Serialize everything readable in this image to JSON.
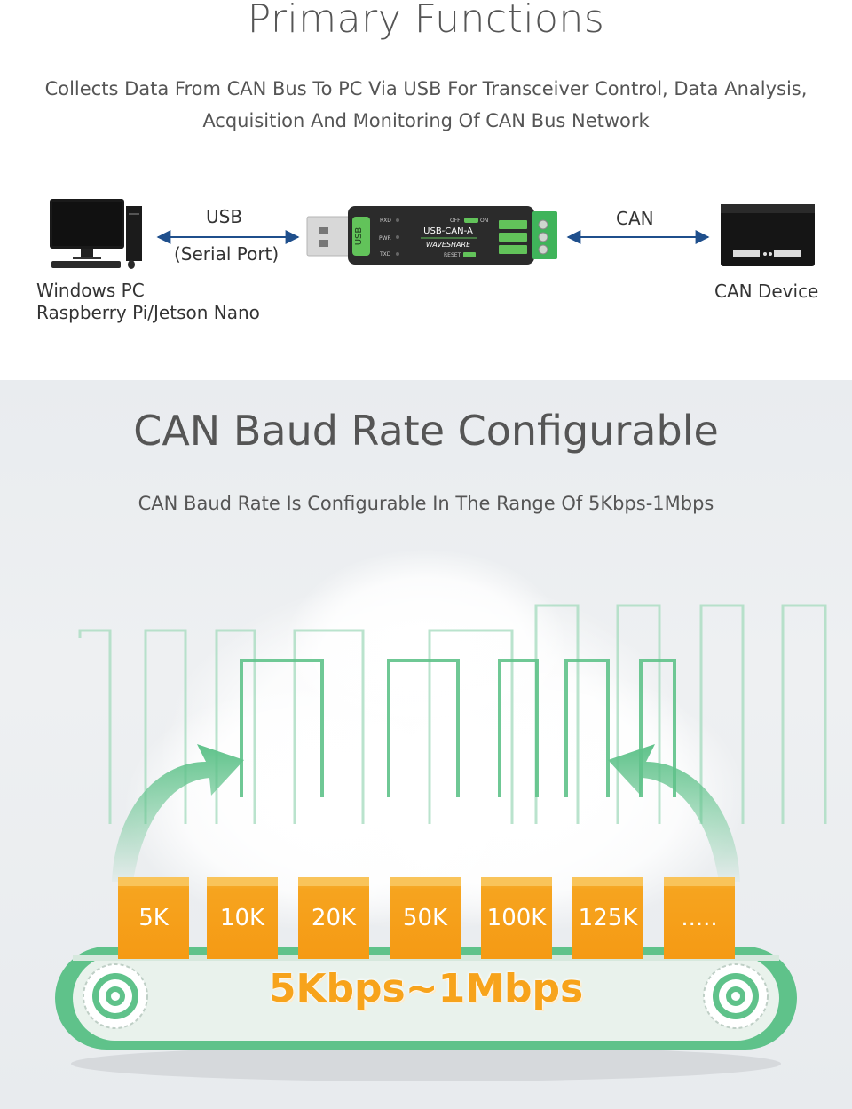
{
  "section1": {
    "title": "Primary Functions",
    "description_line1": "Collects Data From CAN Bus To PC Via USB For Transceiver Control, Data Analysis,",
    "description_line2": "Acquisition And Monitoring Of CAN Bus Network",
    "usb_label": "USB",
    "usb_sublabel": "(Serial Port)",
    "can_label": "CAN",
    "pc_label_line1": "Windows PC",
    "pc_label_line2": "Raspberry Pi/Jetson Nano",
    "device_label": "CAN Device",
    "adapter": {
      "name": "USB-CAN-A",
      "brand": "WAVESHARE",
      "usb_text": "USB",
      "rxd": "RXD",
      "pwr": "PWR",
      "txd": "TXD",
      "off": "OFF",
      "on": "ON",
      "reset": "RESET"
    }
  },
  "section2": {
    "title": "CAN Baud Rate Configurable",
    "subtitle": "CAN Baud Rate Is Configurable In The Range Of 5Kbps-1Mbps",
    "rates": [
      "5K",
      "10K",
      "20K",
      "50K",
      "100K",
      "125K",
      "....."
    ],
    "range_label": "5Kbps~1Mbps"
  },
  "colors": {
    "green": "#5fc28a",
    "orange": "#f6a41f",
    "arrow_blue": "#1f4f8c"
  }
}
